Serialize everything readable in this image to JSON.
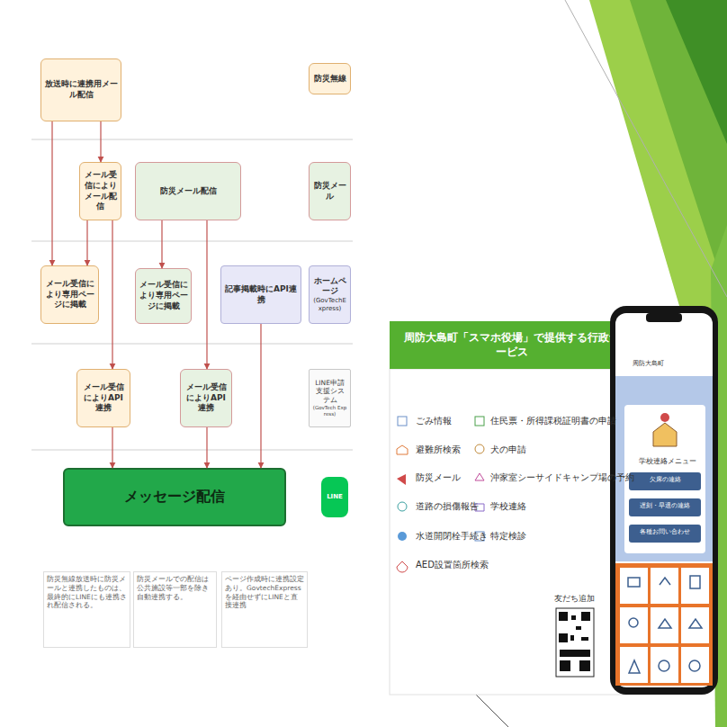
{
  "diagram": {
    "nodes": [
      {
        "text": [
          "放送時に連携用メール配信"
        ]
      },
      {
        "text": [
          "メール受信によりメール配信"
        ]
      },
      {
        "text": [
          "防災メール配信"
        ]
      },
      {
        "text": [
          "メール受信により専用ページに掲載"
        ]
      },
      {
        "text": [
          "メール受信により専用ページに掲載"
        ]
      },
      {
        "text": [
          "記事掲載時にAPI連携"
        ]
      },
      {
        "text": [
          "メール受信によりAPI連携"
        ]
      },
      {
        "text": [
          "メール受信によりAPI連携"
        ]
      },
      {
        "text": [
          "メッセージ配信"
        ]
      },
      {
        "text": [
          "防災無線"
        ]
      },
      {
        "text": [
          "防災メール"
        ]
      },
      {
        "text": [
          "ホームページ",
          "(GovTechExpress)"
        ]
      },
      {
        "text": [
          "LINE申請支援システム",
          "(GovTech Express)"
        ]
      },
      {
        "text": [
          "LINE"
        ]
      },
      {
        "text": [
          "防災無線放送時に防災メールと連携したものは、最終的にLINEにも連携され配信される。"
        ]
      },
      {
        "text": [
          "防災メールでの配信は公共施設等一部を除き自動連携する。"
        ]
      },
      {
        "text": [
          "ページ作成時に連携設定あり。GovtechExpressを経由せずにLINEと直接連携"
        ]
      },
      {
        "text": [
          "周防大島町「スマホ役場」で提供する行政サービス"
        ]
      }
    ],
    "edges": [
      {
        "from": 0,
        "to": 3,
        "arrow": "to"
      },
      {
        "from": 0,
        "to": 1,
        "arrow": "to"
      },
      {
        "from": 1,
        "to": 3,
        "arrow": "to"
      },
      {
        "from": 1,
        "to": 6,
        "arrow": "to"
      },
      {
        "from": 2,
        "to": 4,
        "arrow": "to"
      },
      {
        "from": 2,
        "to": 7,
        "arrow": "to"
      },
      {
        "from": 6,
        "to": 8,
        "arrow": "to"
      },
      {
        "from": 7,
        "to": 8,
        "arrow": "to"
      },
      {
        "from": 5,
        "to": 8,
        "arrow": "to"
      }
    ],
    "labels": [
      "ごみ情報",
      "避難所検索",
      "防災メール",
      "道路の損傷報告",
      "水道開閉栓手続き",
      "AED設置箇所検索",
      "住民票・所得課税証明書の申請",
      "犬の申請",
      "沖家室シーサイドキャンプ場の予約",
      "学校連絡",
      "特定検診",
      "友だち追加",
      "周防大島町",
      "学校連絡メニュー",
      "欠席の連絡",
      "遅刻・早退の連絡",
      "各種お問い合わせ"
    ]
  }
}
